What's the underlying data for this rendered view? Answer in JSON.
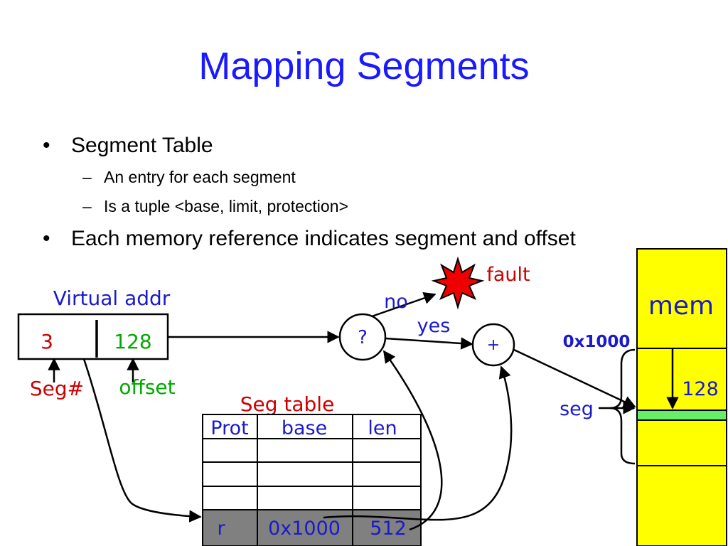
{
  "slide": {
    "title": "Mapping Segments",
    "bullets": [
      {
        "text": "Segment Table",
        "subs": [
          "An entry for each segment",
          "Is a tuple <base, limit, protection>"
        ]
      },
      {
        "text": "Each memory reference indicates segment and offset",
        "subs": []
      }
    ]
  },
  "diagram": {
    "virtual_addr_label": "Virtual addr",
    "seg_value": "3",
    "offset_value": "128",
    "seg_label": "Seg#",
    "offset_label": "offset",
    "seg_table_label": "Seg table",
    "table_headers": [
      "Prot",
      "base",
      "len"
    ],
    "active_row": [
      "r",
      "0x1000",
      "512"
    ],
    "compare_symbol": "?",
    "add_symbol": "+",
    "no_label": "no",
    "yes_label": "yes",
    "fault_label": "fault",
    "mem_label": "mem",
    "base_addr_label": "0x1000",
    "offset_in_mem_label": "128",
    "seg_brace_label": "seg",
    "colors": {
      "title": "#1a1aff",
      "blue_text": "#1a1acc",
      "red_text": "#cc0000",
      "green_text": "#00aa00",
      "memory_fill": "#ffff00",
      "segment_highlight": "#66ee66",
      "active_row_fill": "#808080",
      "fault_star": "#ee0000"
    }
  }
}
